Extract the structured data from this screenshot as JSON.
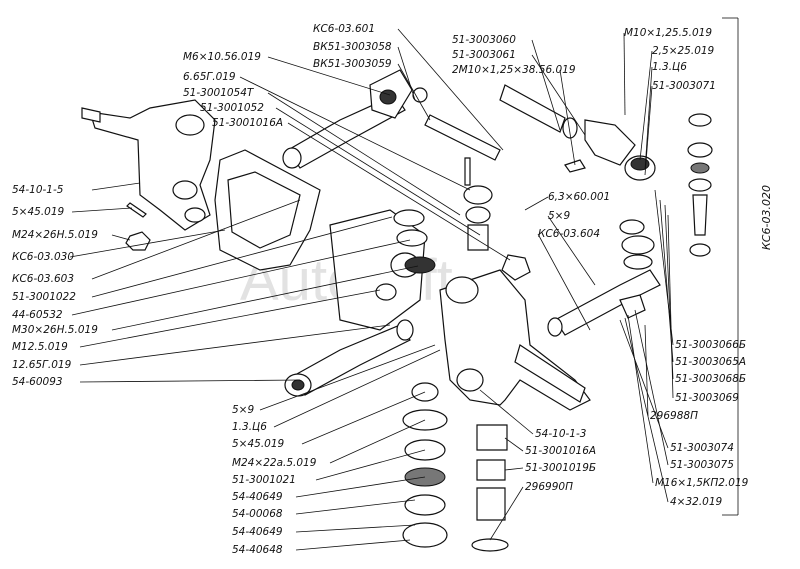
{
  "watermark": "Autosoft",
  "assembly_code": "КС6-03.020",
  "labels_left": [
    "54-10-1-5",
    "5×45.019",
    "М24×26Н.5.019",
    "КС6-03.030",
    "КС6-03.603",
    "51-3001022",
    "44-60532",
    "М30×26Н.5.019",
    "М12.5.019",
    "12.65Г.019",
    "54-60093"
  ],
  "labels_top_left": [
    "М6×10.56.019",
    "6.65Г.019",
    "51-3001054Т",
    "51-3001052",
    "51-3001016А"
  ],
  "labels_top_center": [
    "КС6-03.601",
    "ВК51-3003058",
    "ВК51-3003059"
  ],
  "labels_top_right": [
    "51-3003060",
    "51-3003061",
    "2М10×1,25×38.56.019"
  ],
  "labels_right_top": [
    "М10×1,25.5.019",
    "2,5×25.019",
    "1.3.Ц6",
    "51-3003071"
  ],
  "labels_mid": [
    "6,3×60.001",
    "5×9",
    "КС6-03.604"
  ],
  "labels_right_bottom": [
    "51-3003066Б",
    "51-3003065А",
    "51-3003068Б",
    "51-3003069",
    "296988П",
    "51-3003074",
    "51-3003075",
    "М16×1,5КП2.019",
    "4×32.019"
  ],
  "labels_bottom_left": [
    "5×9",
    "1.3.Ц6",
    "5×45.019",
    "М24×22а.5.019",
    "51-3001021",
    "54-40649",
    "54-00068",
    "54-40649",
    "54-40648"
  ],
  "labels_bottom_center": [
    "54-10-1-3",
    "51-3001016А",
    "51-3001019Б",
    "296990П"
  ]
}
